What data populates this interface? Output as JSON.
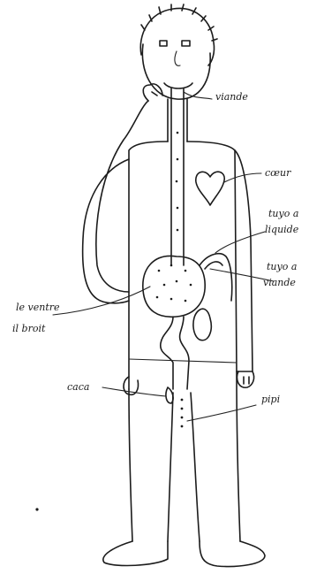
{
  "labels": {
    "viande_mouth": "viande",
    "coeur": "cœur",
    "tuyo_liquide_1": "tuyo a",
    "tuyo_liquide_2": "liquide",
    "tuyo_viande_1": "tuyo a",
    "tuyo_viande_2": "viande",
    "ventre_1": "le ventre",
    "ventre_2": "il broit",
    "caca": "caca",
    "pipi": "pipi"
  },
  "colors": {
    "ink": "#1c1c1c",
    "paper": "#ffffff"
  }
}
